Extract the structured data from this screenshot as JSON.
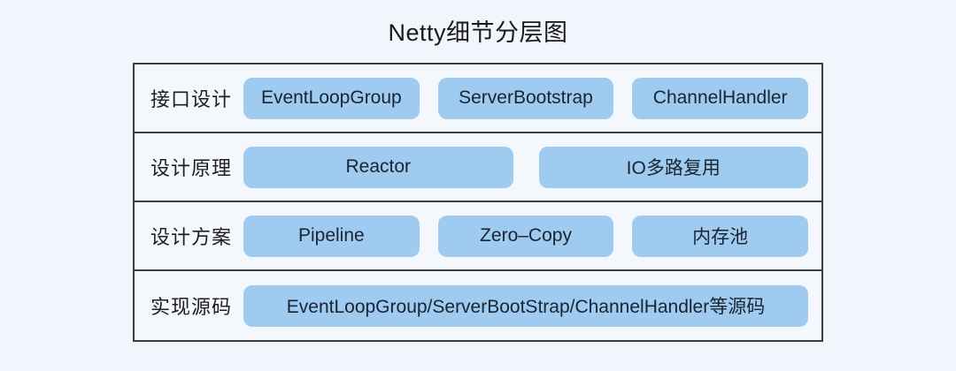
{
  "title": "Netty细节分层图",
  "colors": {
    "page_bg": "#f2f6fc",
    "panel_border": "#3c3c3c",
    "node_bg": "#9ecbef",
    "node_text": "#1b2433",
    "label_text": "#1f1f1f"
  },
  "rows": [
    {
      "label": "接口设计",
      "boxes": [
        "EventLoopGroup",
        "ServerBootstrap",
        "ChannelHandler"
      ]
    },
    {
      "label": "设计原理",
      "boxes": [
        "Reactor",
        "IO多路复用"
      ]
    },
    {
      "label": "设计方案",
      "boxes": [
        "Pipeline",
        "Zero–Copy",
        "内存池"
      ]
    },
    {
      "label": "实现源码",
      "boxes": [
        "EventLoopGroup/ServerBootStrap/ChannelHandler等源码"
      ]
    }
  ]
}
